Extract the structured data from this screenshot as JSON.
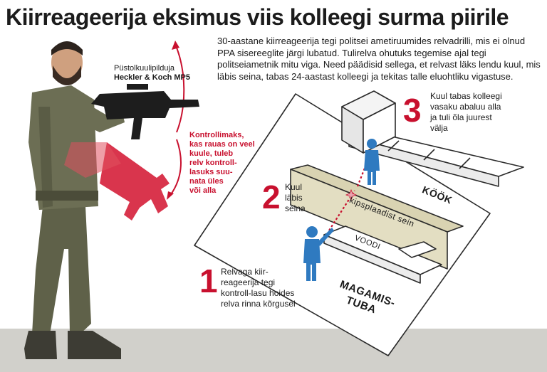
{
  "headline": "Kiirreageerija eksimus viis kolleegi surma piirile",
  "intro": "30-aastane kiirreageerija tegi politsei ametiruumides relvadrilli, mis ei olnud PPA sisereeglite järgi lubatud. Tulirelva ohutuks tegemise ajal tegi politseiametnik mitu viga. Need päädisid sellega, et relvast läks lendu kuul, mis läbis seina, tabas 24-aastast kolleegi ja tekitas talle eluohtliku vigastuse.",
  "weapon": {
    "line1": "Püstolkuulipilduja",
    "line2": "Heckler & Koch MP5"
  },
  "control_note": [
    "Kontrollimaks,",
    "kas rauas on veel",
    "kuule, tuleb",
    "relv kontroll-",
    "lasuks suu-",
    "nata üles",
    "või alla"
  ],
  "steps": [
    {
      "number": "1",
      "text": [
        "Relvaga kiir-",
        "reageerija tegi",
        "kontroll-lasu hoides",
        "relva rinna kõrgusel"
      ]
    },
    {
      "number": "2",
      "text": [
        "Kuul",
        "läbis",
        "seina"
      ]
    },
    {
      "number": "3",
      "text": [
        "Kuul tabas kolleegi",
        "vasaku abaluu alla",
        "ja tuli õla juurest",
        "välja"
      ]
    }
  ],
  "rooms": {
    "kitchen": "KÖÖK",
    "bedroom_line1": "MAGAMIS-",
    "bedroom_line2": "TUBA",
    "wall": "kipsplaadist sein",
    "bed": "VOODI"
  },
  "colors": {
    "accent_red": "#c8102e",
    "figure_blue": "#2f7ac0",
    "uniform_olive": "#5f6149",
    "floor_grey": "#cfcfca"
  }
}
